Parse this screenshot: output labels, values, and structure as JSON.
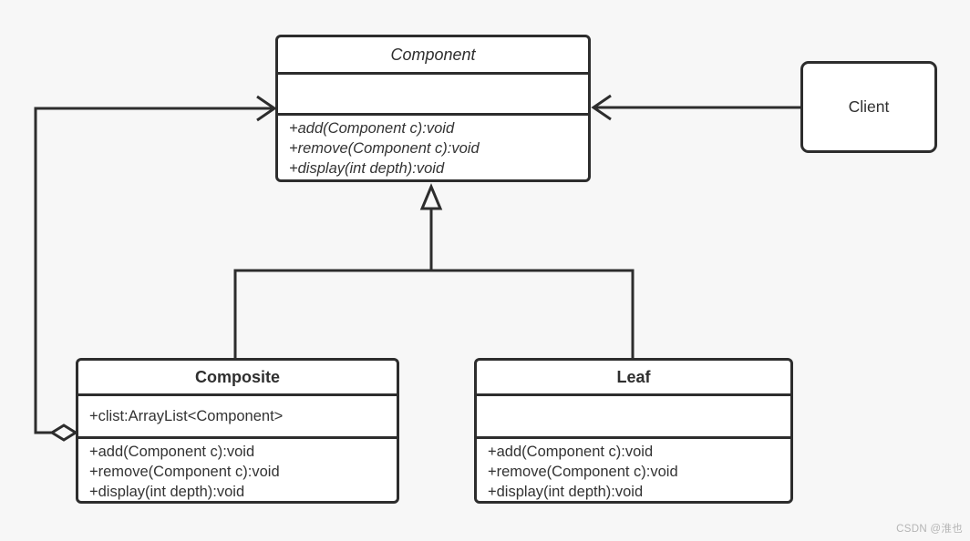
{
  "diagram": {
    "classes": {
      "component": {
        "name": "Component",
        "methods": [
          "+add(Component c):void",
          "+remove(Component c):void",
          "+display(int depth):void"
        ]
      },
      "composite": {
        "name": "Composite",
        "attributes": [
          "+clist:ArrayList<Component>"
        ],
        "methods": [
          "+add(Component c):void",
          "+remove(Component c):void",
          "+display(int depth):void"
        ]
      },
      "leaf": {
        "name": "Leaf",
        "attributes": [],
        "methods": [
          "+add(Component c):void",
          "+remove(Component c):void",
          "+display(int depth):void"
        ]
      },
      "client": {
        "name": "Client"
      }
    },
    "relationships": [
      {
        "type": "association",
        "from": "Client",
        "to": "Component",
        "head": "open-arrow"
      },
      {
        "type": "aggregation",
        "from": "Composite",
        "to": "Component",
        "head": "open-arrow",
        "tail": "hollow-diamond"
      },
      {
        "type": "inheritance",
        "from": "Composite",
        "to": "Component",
        "head": "hollow-triangle"
      },
      {
        "type": "inheritance",
        "from": "Leaf",
        "to": "Component",
        "head": "hollow-triangle"
      }
    ],
    "watermark": "CSDN @淮也",
    "colors": {
      "background": "#f7f7f7",
      "box_fill": "#ffffff",
      "line": "#2d2d2d",
      "text": "#333333",
      "watermark": "#b5b5b5"
    }
  }
}
